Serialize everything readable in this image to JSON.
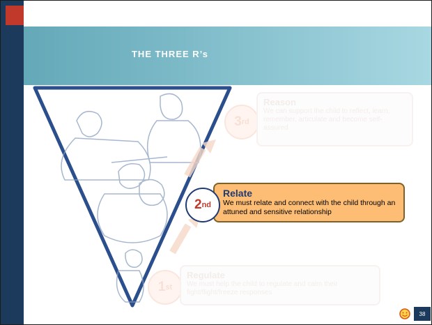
{
  "slide": {
    "title": "THE THREE R’s",
    "page_number": "38"
  },
  "steps": [
    {
      "ordinal": "3",
      "suffix": "rd",
      "title": "Reason",
      "text": "We can support the child to reflect, learn, remember, articulate and become self-assured"
    },
    {
      "ordinal": "2",
      "suffix": "nd",
      "title": "Relate",
      "text": "We must relate and connect with the child through an attuned and sensitive relationship"
    },
    {
      "ordinal": "1",
      "suffix": "st",
      "title": "Regulate",
      "text": "We must help the child to regulate and calm their fight/flight/freeze responses"
    }
  ],
  "colors": {
    "accent_orange": "#fdbd74",
    "navy": "#1b3a5c",
    "red": "#c0392b"
  },
  "icons": {
    "logo": "smiley-logo-icon"
  }
}
